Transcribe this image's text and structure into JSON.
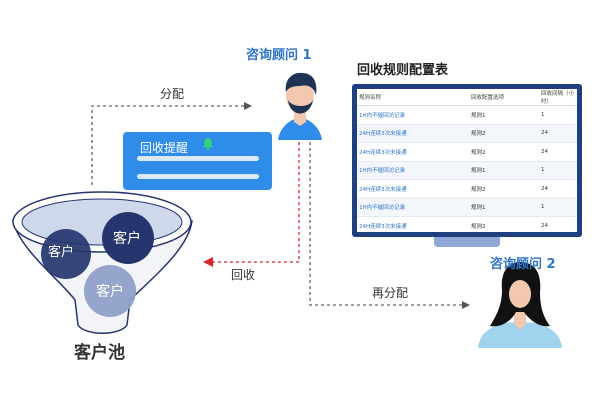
{
  "consultant1": {
    "label": "咨询顾问 1"
  },
  "consultant2": {
    "label": "咨询顾问 2"
  },
  "flows": {
    "assign": "分配",
    "recycle": "回收",
    "reassign": "再分配"
  },
  "reminder": {
    "title": "回收提醒",
    "icon": "bell-icon"
  },
  "pool": {
    "label": "客户池",
    "customers": [
      "客户",
      "客户",
      "客户"
    ]
  },
  "rules_table": {
    "title": "回收规则配置表",
    "headers": [
      "规则名称",
      "回收配置选项",
      "回收间隔（小时）"
    ],
    "rows": [
      [
        "1H内不催回访记录",
        "规则1",
        "1"
      ],
      [
        "24H连续3次未接通",
        "规则2",
        "24"
      ],
      [
        "24H连续3次未接通",
        "规则2",
        "24"
      ],
      [
        "1H内不催回访记录",
        "规则1",
        "1"
      ],
      [
        "24H连续3次未接通",
        "规则2",
        "24"
      ],
      [
        "1H内不催回访记录",
        "规则1",
        "1"
      ],
      [
        "24H连续3次未接通",
        "规则2",
        "24"
      ]
    ]
  },
  "colors": {
    "accent_blue": "#2f8ce8",
    "dark_navy": "#1f3f7e",
    "recycle_red": "#d9252a",
    "customer_circle": "#8fa0c8",
    "customer_circle_dark": "#26356e"
  }
}
